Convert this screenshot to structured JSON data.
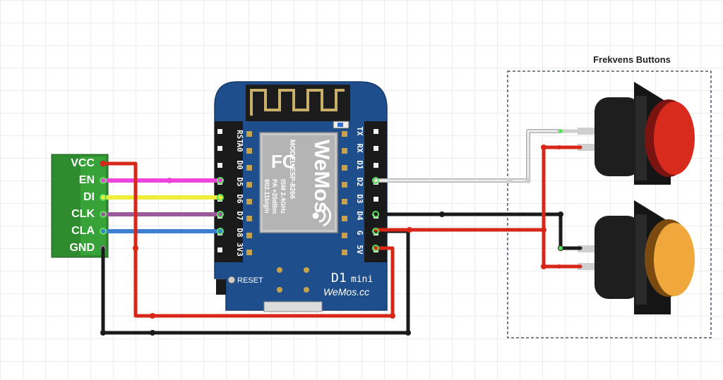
{
  "colors": {
    "board": "#1f4e8c",
    "connector": "#2e8b2e",
    "wire_red": "#d62718",
    "wire_black": "#1a1a1a",
    "wire_magenta": "#ee44dd",
    "wire_yellow": "#f0ee3a",
    "wire_purple": "#9a5a9a",
    "wire_blue": "#3a7fd0",
    "wire_white": "#dcdcdc",
    "button_red": "#d92a1e",
    "button_orange": "#f0a83c"
  },
  "connector": {
    "pins": [
      "VCC",
      "EN",
      "DI",
      "CLK",
      "CLA",
      "GND"
    ]
  },
  "board": {
    "left_pins": [
      "RST",
      "A0",
      "D0",
      "D5",
      "D6",
      "D7",
      "D8",
      "3V3"
    ],
    "right_pins": [
      "TX",
      "RX",
      "D1",
      "D2",
      "D3",
      "D4",
      "G",
      "5V"
    ],
    "module_logo": "WeMos",
    "module_model": "MODEL ESP-8266",
    "module_spec1": "ISM 2.4GHz",
    "module_spec2": "PA +25dBm",
    "module_spec3": "802.11b/g/n",
    "fcc": "FC",
    "reset_label": "RESET",
    "name": "D1",
    "name_suffix": "mini",
    "brand": "WeMos.cc"
  },
  "buttons_group": {
    "title": "Frekvens Buttons",
    "icons": [
      "red-button-icon",
      "orange-button-icon"
    ]
  }
}
